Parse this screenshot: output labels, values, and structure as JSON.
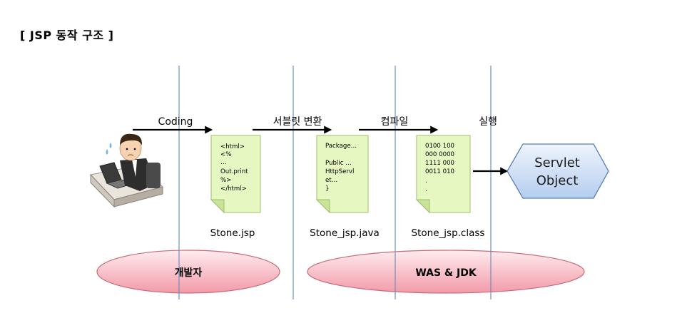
{
  "title": "[ JSP 동작 구조 ]",
  "steps": {
    "coding": "Coding",
    "servlet_convert": "서블릿 변환",
    "compile": "컴파일",
    "run": "실행"
  },
  "documents": {
    "jsp": {
      "lines": [
        "<html>",
        "<%",
        "…",
        "Out.print",
        "%>",
        "</html>"
      ],
      "filename": "Stone.jsp"
    },
    "java": {
      "lines": [
        "Package…",
        "",
        "Public …",
        "HttpServl",
        "et…",
        "}"
      ],
      "filename": "Stone_jsp.java"
    },
    "class": {
      "lines": [
        "0100 100",
        "000 0000",
        "1111 000",
        "0011 010",
        ".",
        "."
      ],
      "filename": "Stone_jsp.class"
    }
  },
  "servlet_object": {
    "line1": "Servlet",
    "line2": "Object"
  },
  "zones": {
    "developer": "개발자",
    "was_jdk": "WAS & JDK"
  },
  "colors": {
    "doc_fill": "#e6f7c2",
    "doc_stroke": "#9fbf6a",
    "ellipse_fill_top": "#ffe6ea",
    "ellipse_fill_bottom": "#f4a6b2",
    "ellipse_stroke": "#c86a78",
    "hex_fill_top": "#e6f0fb",
    "hex_fill_bottom": "#b9d1ef",
    "hex_stroke": "#5a7fb8",
    "divider": "#6f8fb8"
  }
}
